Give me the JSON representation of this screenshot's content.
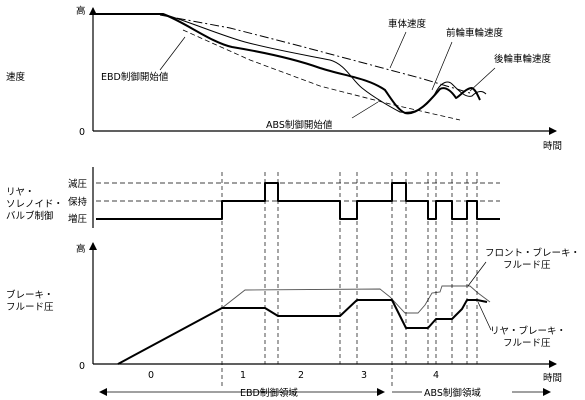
{
  "top_graph": {
    "y_label": "速度",
    "y_high": "高",
    "y_zero": "0",
    "x_label": "時間",
    "curves": {
      "body_speed": "車体速度",
      "front_wheel": "前輪車輪速度",
      "rear_wheel": "後輪車輪速度"
    },
    "annotations": {
      "ebd_start": "EBD制御開始値",
      "abs_start": "ABS制御開始値"
    }
  },
  "middle_graph": {
    "y_label_lines": [
      "リヤ・",
      "ソレノイド・",
      "バルブ制御"
    ],
    "levels": [
      "減圧",
      "保持",
      "増圧"
    ]
  },
  "bottom_graph": {
    "y_label_lines": [
      "ブレーキ・",
      "フルード圧"
    ],
    "y_high": "高",
    "y_zero": "0",
    "x_label": "時間",
    "curves": {
      "front_lines": [
        "フロント・ブレーキ・",
        "フルード圧"
      ],
      "rear_lines": [
        "リヤ・ブレーキ・",
        "フルード圧"
      ]
    }
  },
  "phases": {
    "labels": [
      "0",
      "1",
      "2",
      "3",
      "4"
    ],
    "ebd_region": "EBD制御領域",
    "abs_region": "ABS制御領域"
  }
}
